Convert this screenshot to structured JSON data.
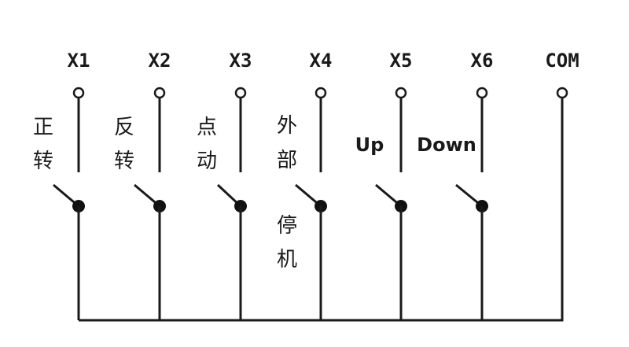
{
  "diagram": {
    "type": "switch-input-wiring",
    "colors": {
      "line": "#1a1a1a",
      "background": "#ffffff",
      "pivot": "#111111"
    },
    "terminals": [
      {
        "id": "X1",
        "label": "X1",
        "function_lines": [
          "正",
          "转"
        ]
      },
      {
        "id": "X2",
        "label": "X2",
        "function_lines": [
          "反",
          "转"
        ]
      },
      {
        "id": "X3",
        "label": "X3",
        "function_lines": [
          "点",
          "动"
        ]
      },
      {
        "id": "X4",
        "label": "X4",
        "function_lines": [
          "外",
          "部"
        ],
        "function_lines_below": [
          "停",
          "机"
        ]
      },
      {
        "id": "X5",
        "label": "X5",
        "function_lines": [
          "Up"
        ]
      },
      {
        "id": "X6",
        "label": "X6",
        "function_lines": [
          "Down"
        ]
      },
      {
        "id": "COM",
        "label": "COM"
      }
    ]
  }
}
